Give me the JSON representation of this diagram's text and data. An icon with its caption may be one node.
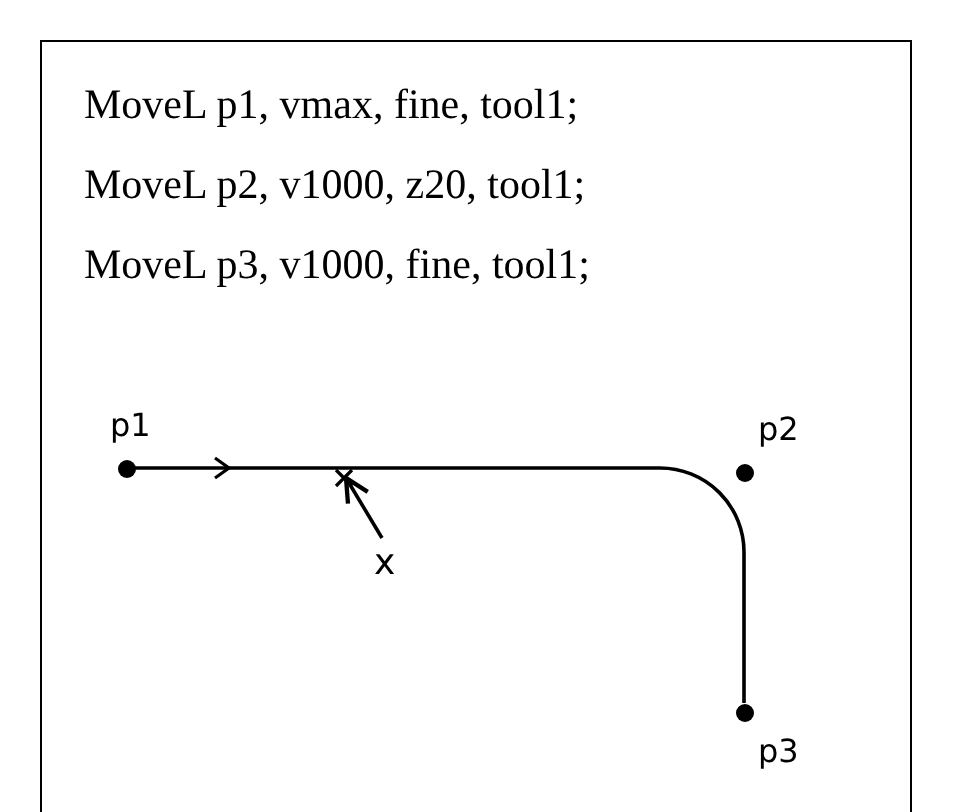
{
  "diagram": {
    "nodes": [
      {
        "text": [],
        "shape": "circle",
        "beside": [
          "p1"
        ]
      },
      {
        "text": [],
        "shape": "cross"
      },
      {
        "text": [
          "x"
        ]
      },
      {
        "text": [],
        "shape": "circle",
        "beside": [
          "p2"
        ]
      },
      {
        "text": [],
        "shape": "circle",
        "beside": [
          "p3"
        ]
      }
    ],
    "edges": [
      {
        "from": 0,
        "to": 4,
        "arrow": "to"
      },
      {
        "from": 2,
        "to": 1,
        "arrow": "to"
      }
    ],
    "labels": [
      "MoveL p1, vmax, fine, tool1;",
      "MoveL p2, v1000, z20, tool1;",
      "MoveL p3, v1000, fine, tool1;"
    ]
  }
}
